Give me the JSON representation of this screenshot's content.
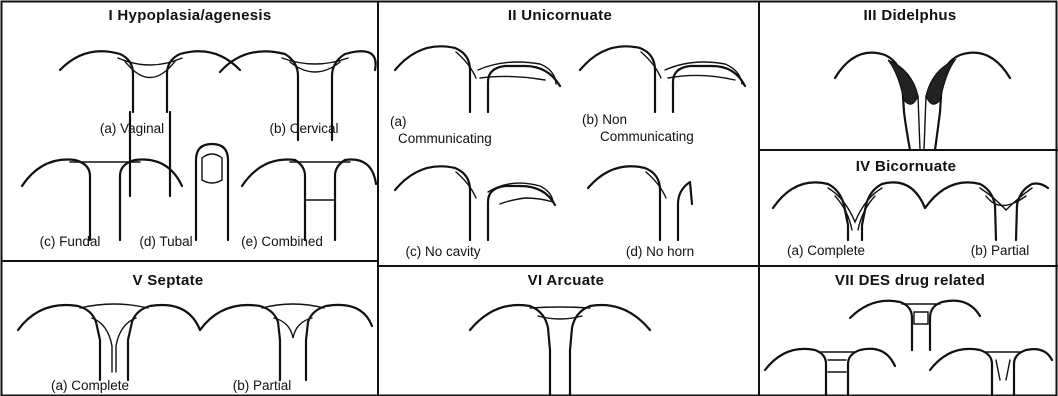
{
  "classes": {
    "I": {
      "title": "I   Hypoplasia/agenesis",
      "labels": {
        "a": "(a) Vaginal",
        "b": "(b) Cervical",
        "c": "(c) Fundal",
        "d": "(d) Tubal",
        "e": "(e) Combined"
      }
    },
    "II": {
      "title": "II    Unicornuate",
      "labels": {
        "a1": "(a)",
        "a2": "Communicating",
        "b1": "(b) Non",
        "b2": "Communicating",
        "c": "(c) No cavity",
        "d": "(d) No horn"
      }
    },
    "III": {
      "title": "III   Didelphus"
    },
    "IV": {
      "title": "IV   Bicornuate",
      "labels": {
        "a": "(a) Complete",
        "b": "(b) Partial"
      }
    },
    "V": {
      "title": "V   Septate",
      "labels": {
        "a": "(a) Complete",
        "b": "(b) Partial"
      }
    },
    "VI": {
      "title": "VI   Arcuate"
    },
    "VII": {
      "title": "VII   DES drug related"
    }
  },
  "colors": {
    "line": "#111111",
    "background": "#ffffff"
  }
}
